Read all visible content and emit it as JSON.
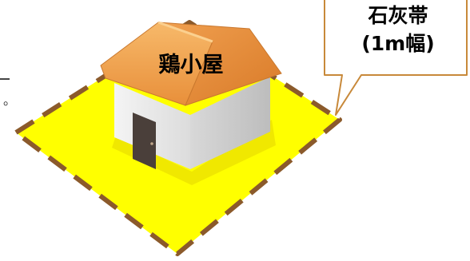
{
  "labels": {
    "coop": "鶏小屋",
    "lime_line1": "石灰帯",
    "lime_line2": "(1m幅)",
    "edge_mark": "。"
  },
  "icons": {
    "house": "house-icon",
    "door": "door-icon",
    "lime_zone": "lime-band-area"
  },
  "colors": {
    "lime_band": "#ffff00",
    "dashed_border": "#8b5a2b",
    "roof": "#f3a552",
    "wall": "#f0f0f0",
    "door": "#4a3f3a",
    "callout_border": "#c8893a"
  }
}
